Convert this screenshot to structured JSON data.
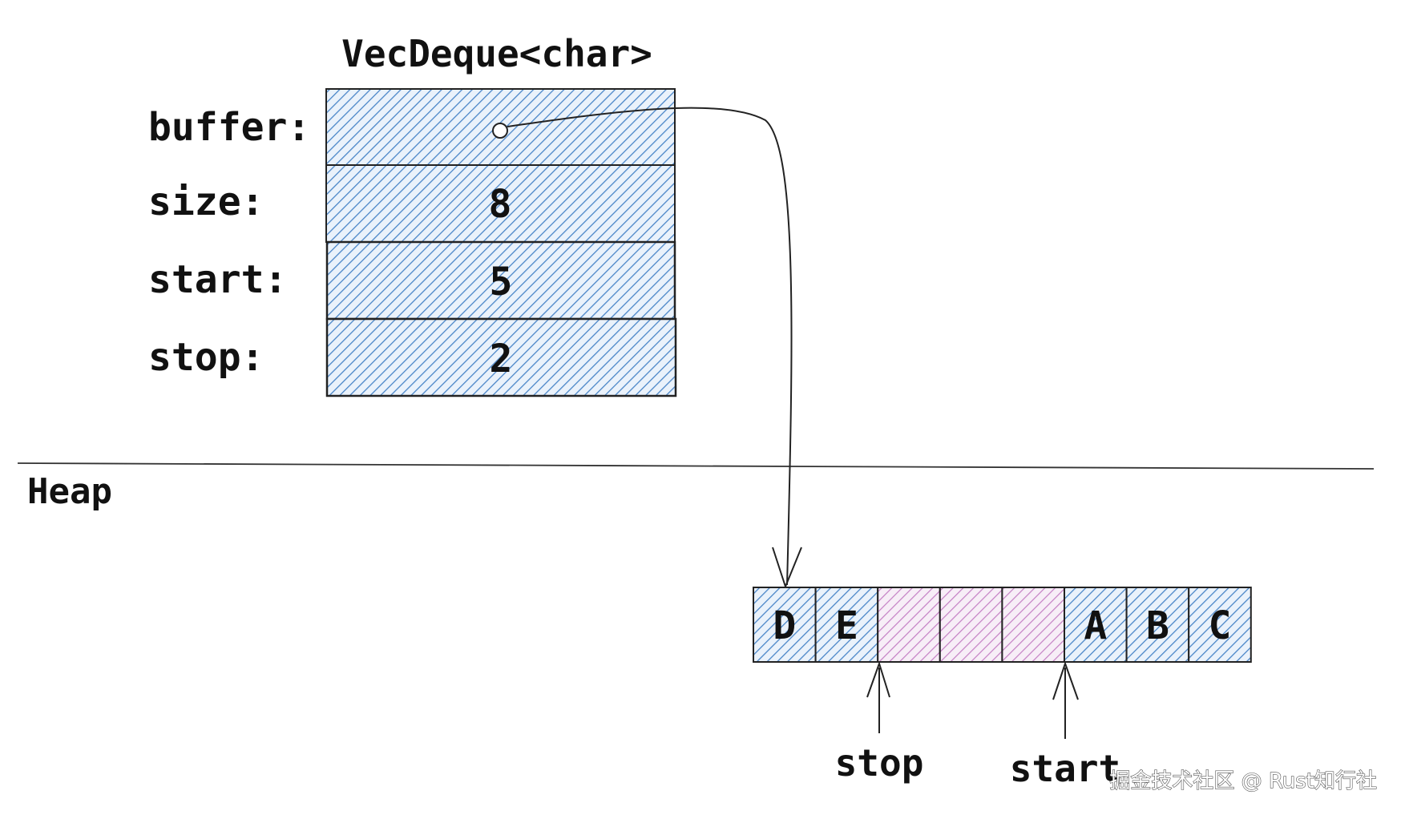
{
  "title": "VecDeque<char>",
  "fields": [
    {
      "label": "buffer:",
      "value": "",
      "is_pointer": true
    },
    {
      "label": "size:",
      "value": "8"
    },
    {
      "label": "start:",
      "value": "5"
    },
    {
      "label": "stop:",
      "value": "2"
    }
  ],
  "region_label": "Heap",
  "buffer": {
    "cells": [
      {
        "value": "D",
        "state": "filled"
      },
      {
        "value": "E",
        "state": "filled"
      },
      {
        "value": "",
        "state": "empty"
      },
      {
        "value": "",
        "state": "empty"
      },
      {
        "value": "",
        "state": "empty"
      },
      {
        "value": "A",
        "state": "filled"
      },
      {
        "value": "B",
        "state": "filled"
      },
      {
        "value": "C",
        "state": "filled"
      }
    ]
  },
  "pointers": [
    {
      "label": "stop",
      "index": 2
    },
    {
      "label": "start",
      "index": 5
    }
  ],
  "watermark": "掘金技术社区 @ Rust知行社",
  "colors": {
    "filled_hatch": "#4a86c8",
    "filled_bg": "#e8f0fa",
    "empty_hatch": "#c47fc4",
    "empty_bg": "#f6ecf6",
    "stroke": "#222222"
  }
}
